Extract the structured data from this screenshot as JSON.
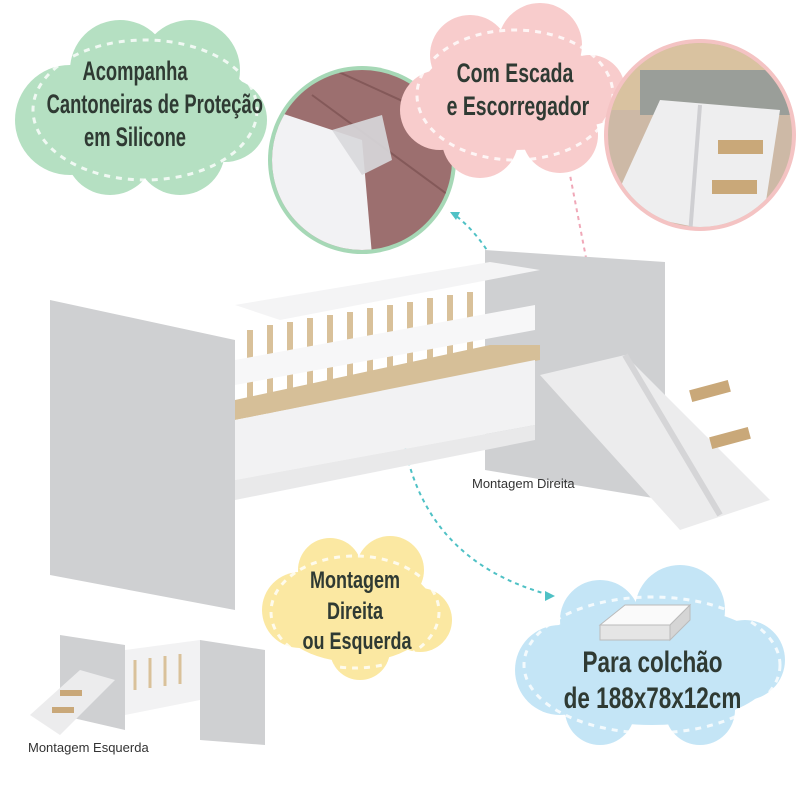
{
  "callouts": {
    "corner_guards": {
      "lines": [
        "Acompanha",
        "Cantoneiras de Proteção",
        "em Silicone"
      ],
      "color": "#b5e0c2"
    },
    "ladder_slide": {
      "lines": [
        "Com Escada",
        "e Escorregador"
      ],
      "color": "#f8cccc"
    },
    "assembly": {
      "lines": [
        "Montagem",
        "Direita",
        "ou Esquerda"
      ],
      "color": "#fbe8a2"
    },
    "mattress": {
      "lines": [
        "Para colchão",
        "de 188x78x12cm"
      ],
      "color": "#c4e5f6"
    }
  },
  "labels": {
    "right_assembly": "Montagem Direita",
    "left_assembly": "Montagem Esquerda"
  }
}
